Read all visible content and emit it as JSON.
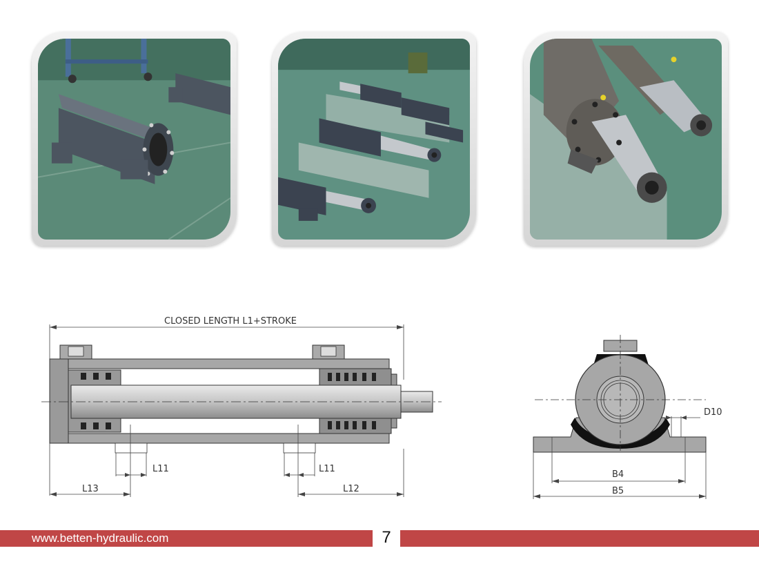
{
  "photos": [
    {
      "icon": "hydraulic-cylinder-photo-1"
    },
    {
      "icon": "hydraulic-cylinder-photo-2"
    },
    {
      "icon": "hydraulic-cylinder-photo-3"
    }
  ],
  "side_drawing": {
    "closed_length_label": "CLOSED LENGTH L1+STROKE",
    "l11_left": "L11",
    "l11_right": "L11",
    "l13": "L13",
    "l12": "L12"
  },
  "end_drawing": {
    "d10": "D10",
    "b4": "B4",
    "b5": "B5"
  },
  "footer": {
    "url": "www.betten-hydraulic.com",
    "page_number": "7",
    "accent_color": "#c04646"
  }
}
